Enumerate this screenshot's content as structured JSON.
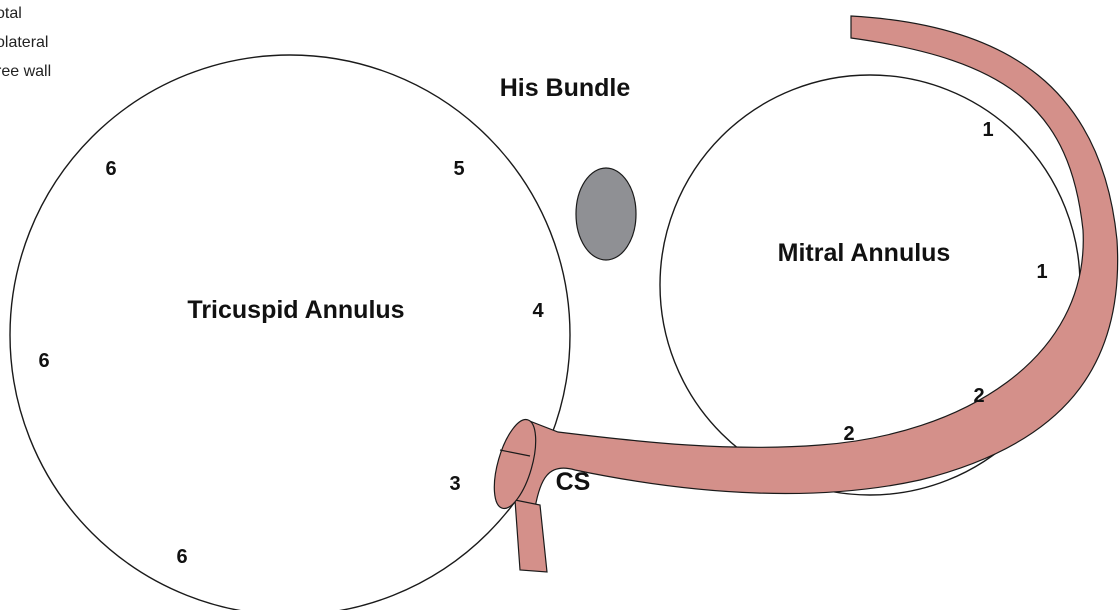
{
  "legend": {
    "items": [
      "otal",
      "olateral",
      "ree wall"
    ]
  },
  "labels": {
    "his_bundle": "His Bundle",
    "tricuspid_annulus": "Tricuspid Annulus",
    "mitral_annulus": "Mitral Annulus",
    "coronary_sinus": "CS"
  },
  "tricuspid_numbers": [
    "6",
    "5",
    "4",
    "6",
    "3",
    "6"
  ],
  "mitral_numbers": [
    "1",
    "1",
    "2",
    "2"
  ],
  "colors": {
    "vessel_fill": "#d4908a",
    "vessel_stroke": "#1a1a1a",
    "his_bundle_fill": "#8f9094",
    "annulus_stroke": "#1a1a1a"
  }
}
